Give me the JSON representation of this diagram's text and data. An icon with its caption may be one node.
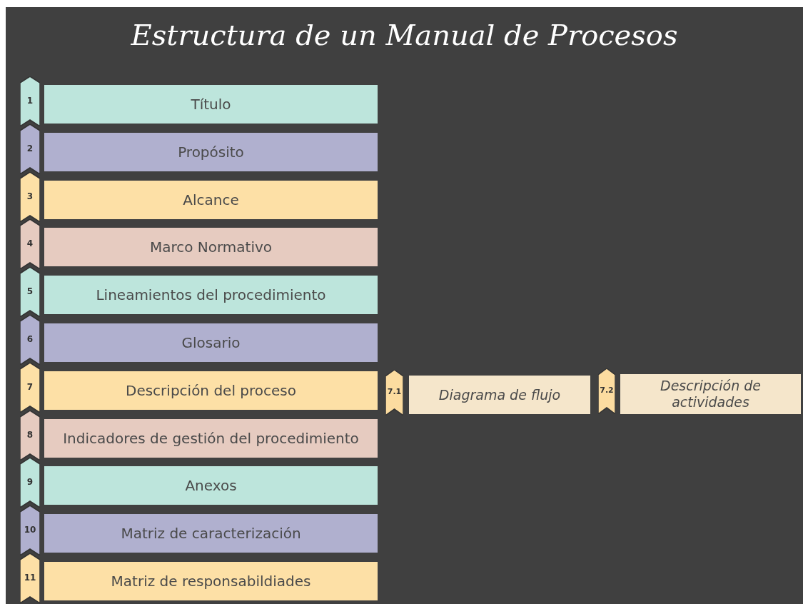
{
  "diagram": {
    "title": "Estructura de un Manual de Procesos",
    "nodes": [
      {
        "text": [
          "Título"
        ],
        "beside": [
          "1"
        ]
      },
      {
        "text": [
          "Propósito"
        ],
        "beside": [
          "2"
        ]
      },
      {
        "text": [
          "Alcance"
        ],
        "beside": [
          "3"
        ]
      },
      {
        "text": [
          "Marco Normativo"
        ],
        "beside": [
          "4"
        ]
      },
      {
        "text": [
          "Lineamientos del procedimiento"
        ],
        "beside": [
          "5"
        ]
      },
      {
        "text": [
          "Glosario"
        ],
        "beside": [
          "6"
        ]
      },
      {
        "text": [
          "Descripción del proceso"
        ],
        "beside": [
          "7"
        ]
      },
      {
        "text": [
          "Indicadores de gestión del procedimiento"
        ],
        "beside": [
          "8"
        ]
      },
      {
        "text": [
          "Anexos"
        ],
        "beside": [
          "9"
        ]
      },
      {
        "text": [
          "Matriz de caracterización"
        ],
        "beside": [
          "10"
        ]
      },
      {
        "text": [
          "Matriz de responsabildiades"
        ],
        "beside": [
          "11"
        ]
      },
      {
        "text": [
          "Diagrama de flujo"
        ],
        "beside": [
          "7.1"
        ]
      },
      {
        "text": [
          "Descripción de actividades"
        ],
        "beside": [
          "7.2"
        ]
      }
    ]
  }
}
